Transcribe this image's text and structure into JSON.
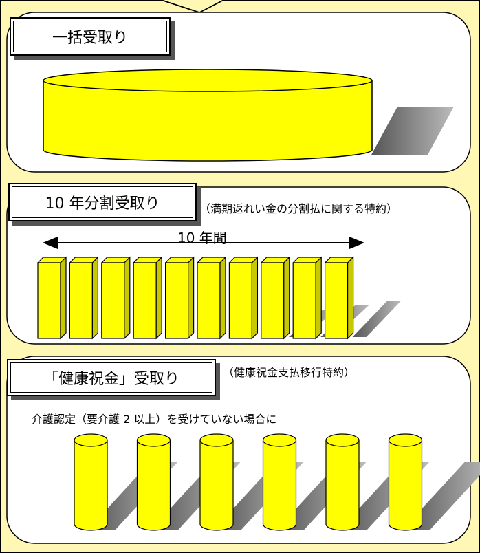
{
  "section_lump": {
    "title": "一括受取り"
  },
  "section_10yr": {
    "title": "10 年分割受取り",
    "note": "（満期返れい金の分割払に関する特約）",
    "span_label": "10 年間"
  },
  "section_health": {
    "title": "「健康祝金」受取り",
    "note": "（健康祝金支払移行特約）",
    "condition": "介護認定（要介護 2 以上）を受けていない場合に"
  },
  "colors": {
    "background": "#FFF8B4",
    "block_fill": "#FFFF00",
    "block_side": "#C8C800",
    "shadow": "#7A7A7A"
  }
}
